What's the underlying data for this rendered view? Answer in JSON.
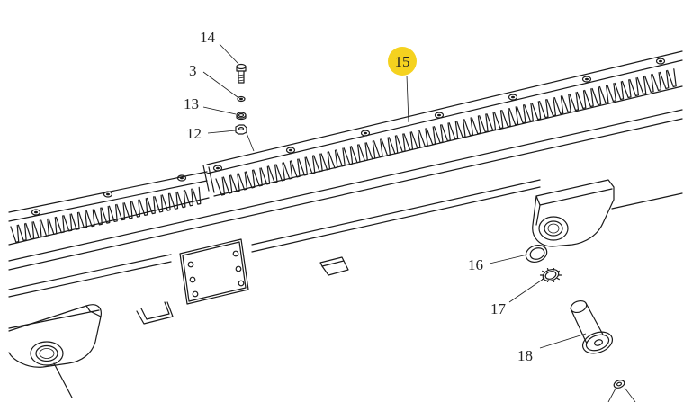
{
  "callouts": [
    {
      "id": "14",
      "label": "14"
    },
    {
      "id": "3",
      "label": "3"
    },
    {
      "id": "13",
      "label": "13"
    },
    {
      "id": "12",
      "label": "12"
    },
    {
      "id": "15",
      "label": "15"
    },
    {
      "id": "16",
      "label": "16"
    },
    {
      "id": "17",
      "label": "17"
    },
    {
      "id": "18",
      "label": "18"
    }
  ],
  "colors": {
    "line": "#1a1a1a",
    "highlight": "#f5d21f",
    "background": "#ffffff"
  }
}
